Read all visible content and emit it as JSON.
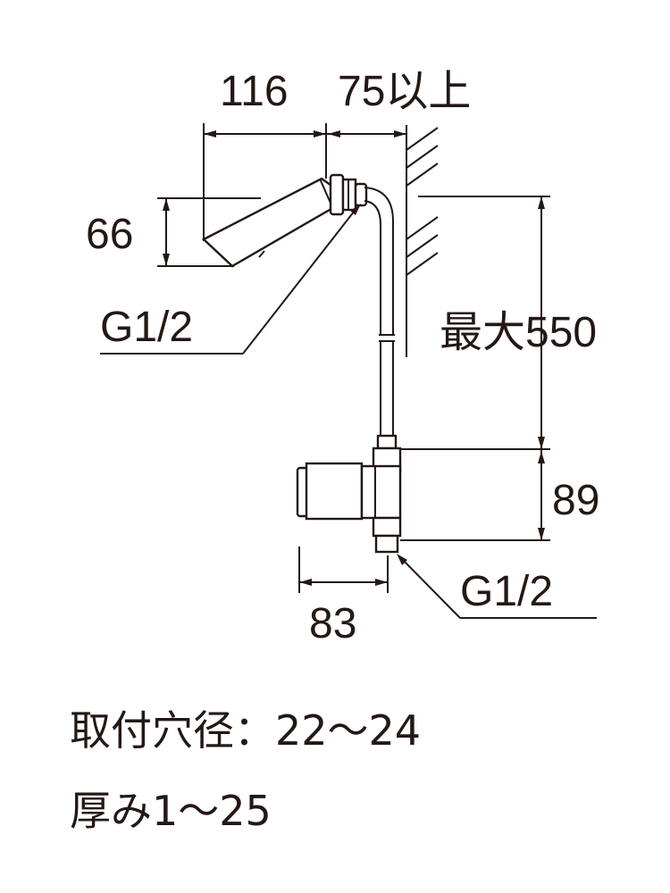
{
  "dimensions": {
    "spout_projection": "116",
    "wall_clearance": "75以上",
    "spout_height": "66",
    "max_length": "最大550",
    "valve_height": "89",
    "valve_width": "83",
    "thread_top": "G1/2",
    "thread_bottom": "G1/2"
  },
  "notes": {
    "mounting_hole": "取付穴径：22〜24",
    "thickness": "厚み1〜25"
  },
  "colors": {
    "ink": "#231815",
    "background": "#ffffff"
  }
}
